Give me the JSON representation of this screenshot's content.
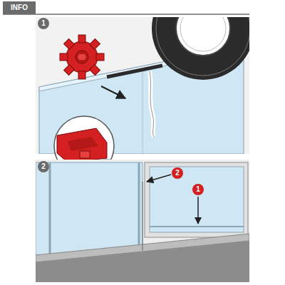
{
  "diagram": {
    "title": "INFO",
    "labels": [
      "1",
      "2",
      "2",
      "1"
    ]
  }
}
